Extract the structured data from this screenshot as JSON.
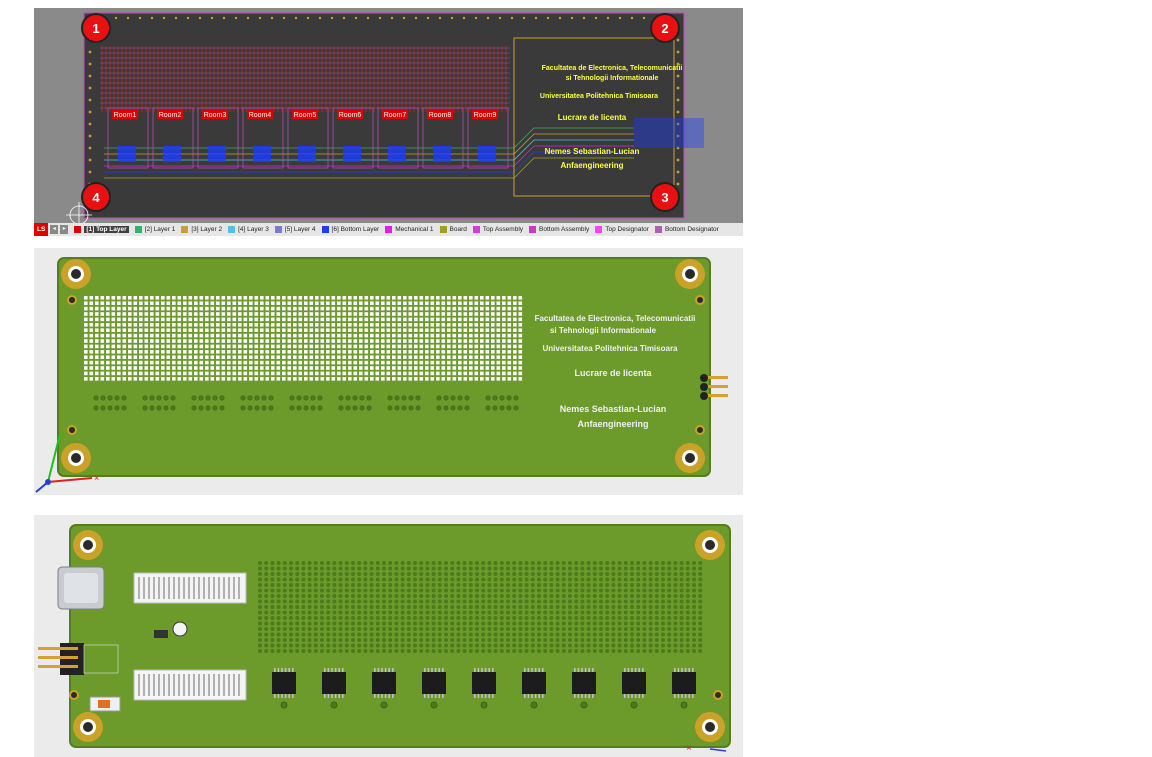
{
  "views": {
    "top_2d": {
      "rooms": [
        "Room1",
        "Room2",
        "Room3",
        "Room4",
        "Room5",
        "Room6",
        "Room7",
        "Room8",
        "Room9"
      ],
      "corners": [
        "1",
        "2",
        "3",
        "4"
      ],
      "silk": {
        "faculty_line1": "Facultatea de Electronica, Telecomunicatii",
        "faculty_line2": "si Tehnologii Informationale",
        "university": "Universitatea Politehnica Timisoara",
        "thesis": "Lucrare de licenta",
        "author": "Nemes Sebastian-Lucian",
        "brand": "Anfaengineering"
      },
      "layer_bar": {
        "ls": "LS",
        "layers": [
          {
            "name": "[1] Top Layer",
            "color": "#e00000",
            "active": true
          },
          {
            "name": "[2] Layer 1",
            "color": "#2fb36b"
          },
          {
            "name": "[3] Layer 2",
            "color": "#c8a030"
          },
          {
            "name": "[4] Layer 3",
            "color": "#54c0e8"
          },
          {
            "name": "[5] Layer 4",
            "color": "#7a7ad8"
          },
          {
            "name": "[6] Bottom Layer",
            "color": "#1a3cff"
          },
          {
            "name": "Mechanical 1",
            "color": "#e020e0"
          },
          {
            "name": "Board",
            "color": "#a0a020"
          },
          {
            "name": "Top Assembly",
            "color": "#d040d0"
          },
          {
            "name": "Bottom Assembly",
            "color": "#c040c0"
          },
          {
            "name": "Top Designator",
            "color": "#ff40ff"
          },
          {
            "name": "Bottom Designator",
            "color": "#b060b0"
          }
        ]
      }
    },
    "bottom_3d": {
      "silk": {
        "faculty_line1": "Facultatea de Electronica, Telecomunicatii",
        "faculty_line2": "si Tehnologii Informationale",
        "university": "Universitatea Politehnica Timisoara",
        "thesis": "Lucrare de licenta",
        "author": "Nemes Sebastian-Lucian",
        "brand": "Anfaengineering"
      }
    },
    "top_3d": {}
  },
  "colors": {
    "pcb_dark": "#3d3d3d",
    "pcb_green": "#6c9a2b",
    "copper": "#c9a227",
    "trace_red": "#d01818",
    "silk_yellow": "#ffff40"
  }
}
